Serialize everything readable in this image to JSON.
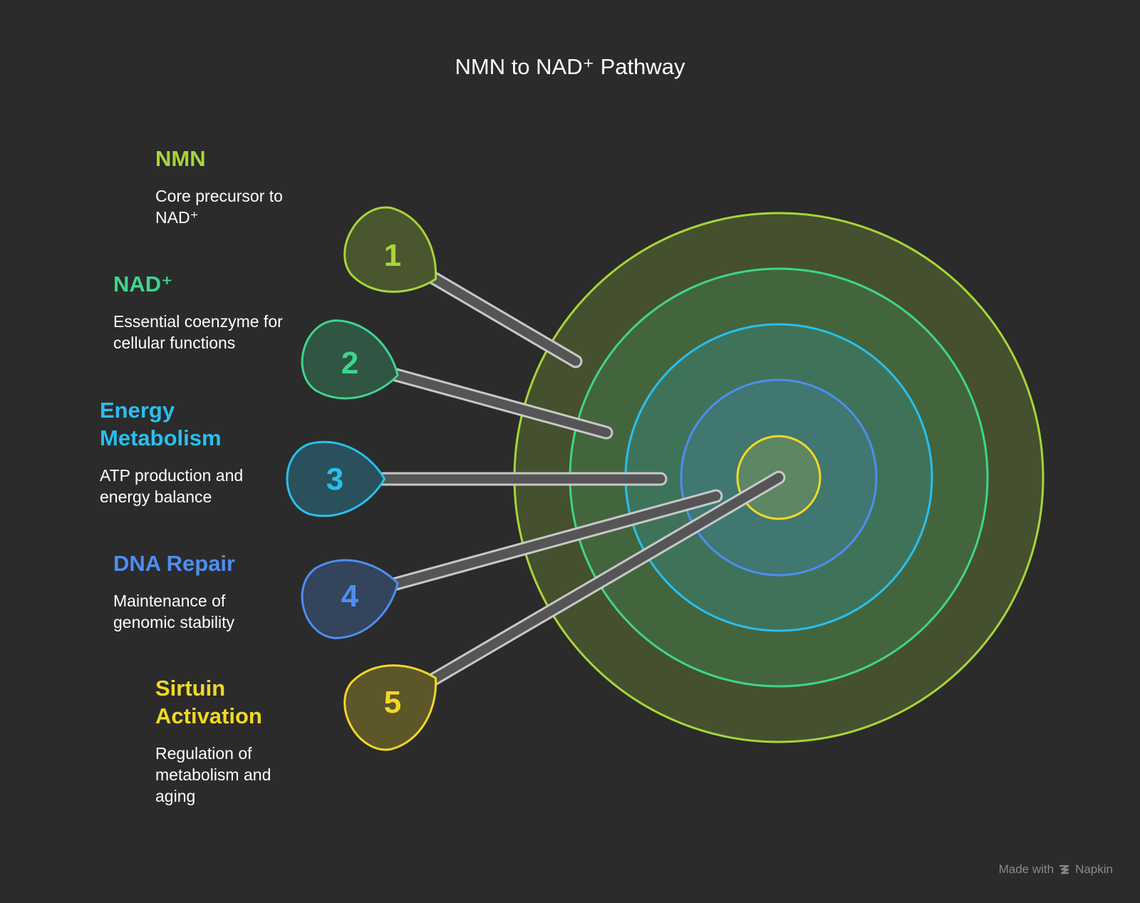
{
  "title": "NMN to NAD⁺ Pathway",
  "items": [
    {
      "number": "1",
      "title": "NMN",
      "description": "Core precursor to NAD⁺",
      "color": "#a6d639"
    },
    {
      "number": "2",
      "title": "NAD⁺",
      "description": "Essential coenzyme for cellular functions",
      "color": "#3ed58d"
    },
    {
      "number": "3",
      "title": "Energy Metabolism",
      "description": "ATP production and energy balance",
      "color": "#29bfee"
    },
    {
      "number": "4",
      "title": "DNA Repair",
      "description": "Maintenance of genomic stability",
      "color": "#4d8ef0"
    },
    {
      "number": "5",
      "title": "Sirtuin Activation",
      "description": "Regulation of metabolism and aging",
      "color": "#f2d825"
    }
  ],
  "footer": {
    "made_with": "Made with",
    "brand": "Napkin"
  },
  "icons": {
    "brand_logo": "napkin-logo-icon"
  }
}
